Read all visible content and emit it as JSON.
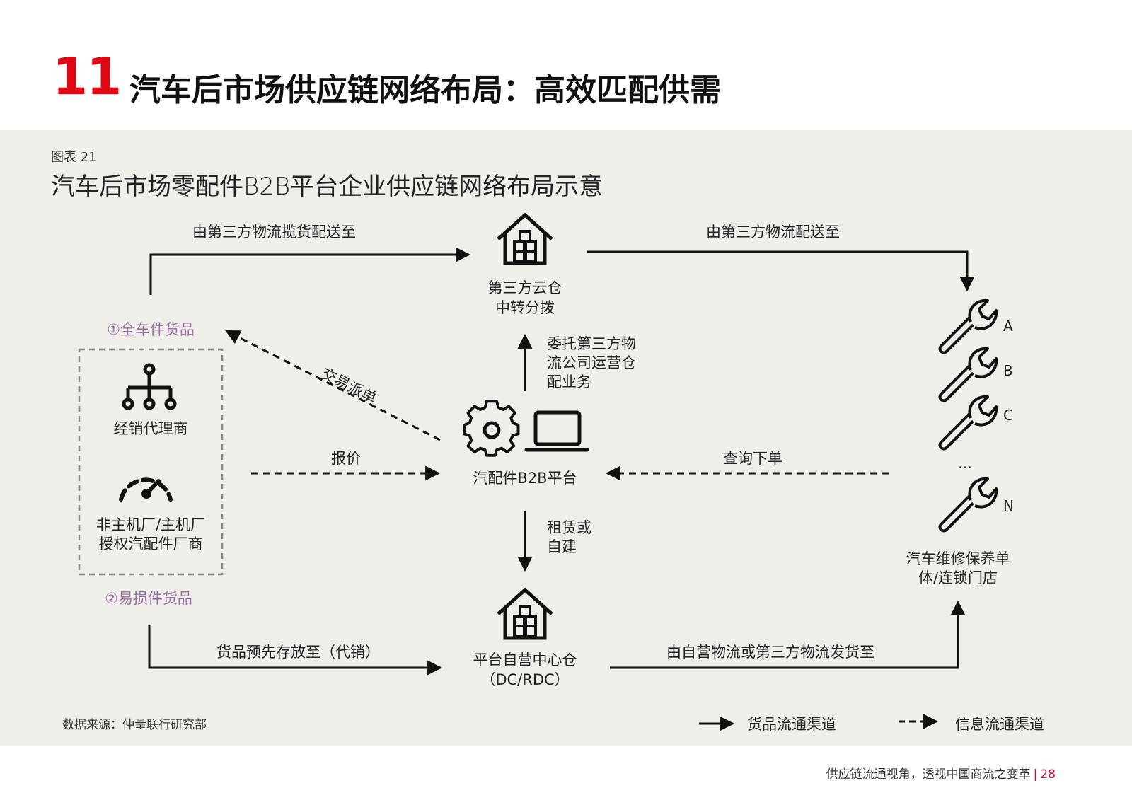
{
  "header": {
    "number": "11",
    "title": "汽车后市场供应链网络布局：高效匹配供需"
  },
  "figure": {
    "label": "图表 21",
    "title": "汽车后市场零配件B2B平台企业供应链网络布局示意"
  },
  "nodes": {
    "cloud_warehouse": {
      "line1": "第三方云仓",
      "line2": "中转分拨",
      "icon": "warehouse-icon"
    },
    "platform": {
      "label": "汽配件B2B平台",
      "icons": [
        "gear-icon",
        "laptop-icon"
      ]
    },
    "self_warehouse": {
      "line1": "平台自营中心仓",
      "line2": "（DC/RDC）",
      "icon": "warehouse-icon"
    },
    "suppliers": {
      "top_tag": "①全车件货品",
      "bottom_tag": "②易损件货品",
      "dealer": {
        "label": "经销代理商",
        "icon": "hierarchy-icon"
      },
      "manufacturer": {
        "line1": "非主机厂/主机厂",
        "line2": "授权汽配件厂商",
        "icon": "speedometer-icon"
      }
    },
    "repair_shops": {
      "letters": [
        "A",
        "B",
        "C",
        "N"
      ],
      "ellipsis": "…",
      "line1": "汽车维修保养单",
      "line2": "体/连锁门店",
      "icon": "wrench-icon"
    }
  },
  "edges": {
    "pickup": "由第三方物流揽货配送至",
    "deliver": "由第三方物流配送至",
    "outsource_line1": "委托第三方物",
    "outsource_line2": "流公司运营仓",
    "outsource_line3": "配业务",
    "dispatch": "交易派单",
    "quote": "报价",
    "order": "查询下单",
    "lease_line1": "租赁或",
    "lease_line2": "自建",
    "consign": "货品预先存放至（代销）",
    "ship": "由自营物流或第三方物流发货至"
  },
  "legend": {
    "goods": "货品流通渠道",
    "info": "信息流通渠道"
  },
  "source": "数据来源：仲量联行研究部",
  "footer": {
    "text": "供应链流通视角，透视中国商流之变革",
    "page": "28"
  },
  "colors": {
    "accent": "#e30613",
    "panel": "#efeee9",
    "tag": "#9b6fa8",
    "line": "#111111"
  }
}
